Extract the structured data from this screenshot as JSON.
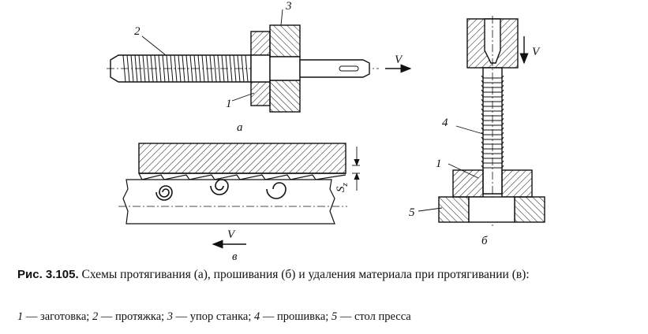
{
  "figure": {
    "labels": {
      "n1_a": "1",
      "n2": "2",
      "n3": "3",
      "n4": "4",
      "n1_b": "1",
      "n5": "5",
      "v_a": "V",
      "v_b": "V",
      "v_c": "V",
      "s_z": "S",
      "s_z_sub": "z",
      "sub_a": "а",
      "sub_b": "б",
      "sub_c": "в"
    }
  },
  "caption": {
    "prefix": "Рис. 3.105.",
    "text": " Схемы протягивания (а), прошивания (б) и удаления материала при протягивании (в):"
  },
  "legend": [
    {
      "num": "1",
      "text": " — заготовка; "
    },
    {
      "num": "2",
      "text": " — протяжка; "
    },
    {
      "num": "3",
      "text": " — упор станка; "
    },
    {
      "num": "4",
      "text": " — прошивка; "
    },
    {
      "num": "5",
      "text": " — стол пресса"
    }
  ]
}
